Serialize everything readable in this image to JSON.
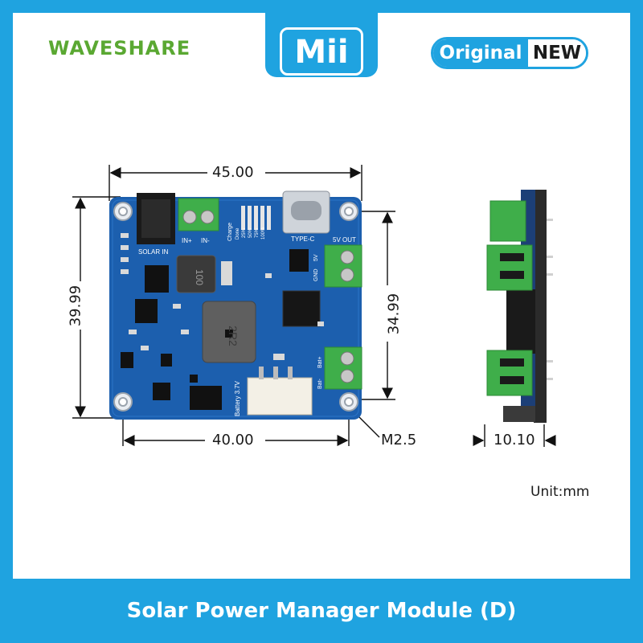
{
  "header": {
    "brand": "WAVESHARE",
    "mii_label": "Mii",
    "badge_left": "Original",
    "badge_right": "NEW"
  },
  "dimensions": {
    "top_width": "45.00",
    "left_height": "39.99",
    "right_height": "34.99",
    "bottom_width": "40.00",
    "hole": "M2.5",
    "side_thickness": "10.10",
    "unit": "Unit:mm"
  },
  "board_labels": {
    "solar_in": "SOLAR IN",
    "in_plus": "IN+",
    "in_minus": "IN-",
    "type_c": "TYPE-C",
    "five_v_out": "5V OUT",
    "gnd": "GND",
    "five_v": "5V",
    "charge": "Charge",
    "done": "Done",
    "p25": "25%",
    "p50": "50%",
    "p75": "75%",
    "p100": "100%",
    "battery": "Battery 3.7V",
    "bat_minus": "Bat-",
    "bat_plus": "Bat+",
    "inductor1": "100",
    "inductor2": "2R2"
  },
  "footer": {
    "title": "Solar Power Manager Module (D)"
  },
  "colors": {
    "accent": "#1fa3e0",
    "brand_green": "#5aa832",
    "pcb_blue": "#1c5fae",
    "terminal_green": "#3fae4a"
  }
}
